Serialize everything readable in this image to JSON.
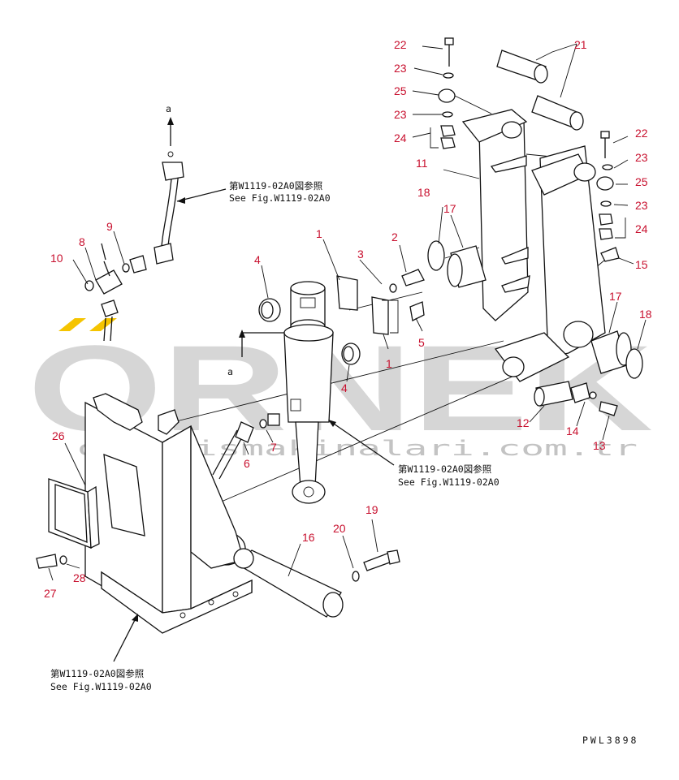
{
  "watermark": {
    "brand": "ORNEK",
    "site": "ornekismakinalari.com.tr",
    "color": "#c9c9c9",
    "accent": "#f5c400"
  },
  "callouts": {
    "n1a": "1",
    "n1b": "1",
    "n2": "2",
    "n3": "3",
    "n4a": "4",
    "n4b": "4",
    "n5": "5",
    "n6": "6",
    "n7": "7",
    "n8": "8",
    "n9": "9",
    "n10": "10",
    "n11": "11",
    "n12": "12",
    "n13": "13",
    "n14": "14",
    "n15": "15",
    "n16": "16",
    "n17a": "17",
    "n17b": "17",
    "n18a": "18",
    "n18b": "18",
    "n19": "19",
    "n20": "20",
    "n21": "21",
    "n22a": "22",
    "n22b": "22",
    "n23a": "23",
    "n23b": "23",
    "n23c": "23",
    "n23d": "23",
    "n24a": "24",
    "n24b": "24",
    "n25a": "25",
    "n25b": "25",
    "n26": "26",
    "n27": "27",
    "n28": "28"
  },
  "refs": {
    "ref_top_jp": "第W1119-02A0図参照",
    "ref_top_en": "See Fig.W1119-02A0",
    "ref_mid_jp": "第W1119-02A0図参照",
    "ref_mid_en": "See Fig.W1119-02A0",
    "ref_bot_jp": "第W1119-02A0図参照",
    "ref_bot_en": "See Fig.W1119-02A0",
    "letter_a1": "a",
    "letter_a2": "a",
    "drawing_code": "PWL3898"
  },
  "colors": {
    "callout_number": "#c8102e",
    "line_art": "#111111"
  }
}
